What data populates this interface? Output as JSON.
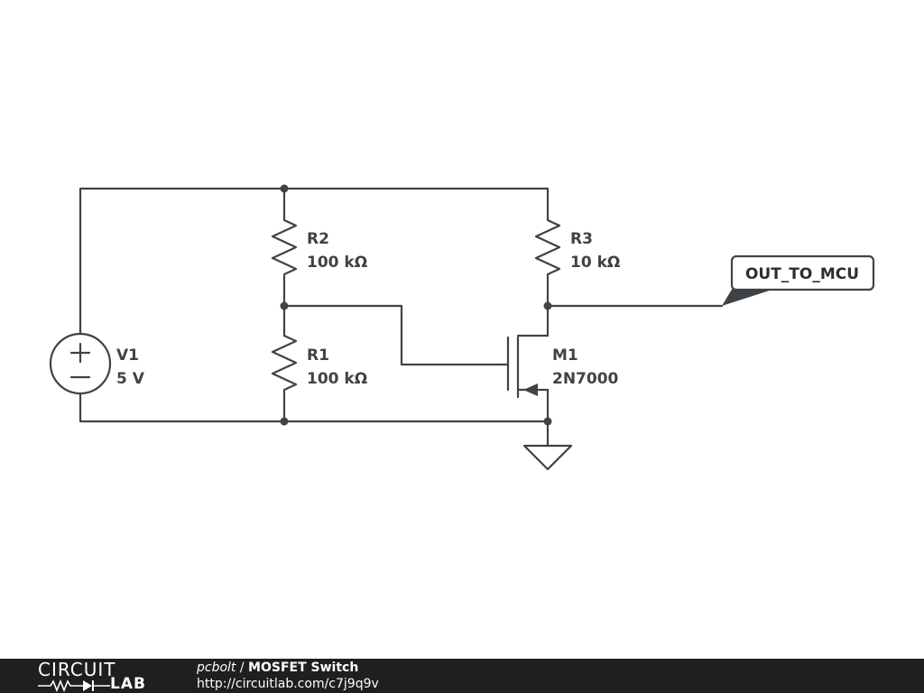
{
  "components": {
    "v1": {
      "name": "V1",
      "value": "5 V"
    },
    "r1": {
      "name": "R1",
      "value": "100 kΩ"
    },
    "r2": {
      "name": "R2",
      "value": "100 kΩ"
    },
    "r3": {
      "name": "R3",
      "value": "10 kΩ"
    },
    "m1": {
      "name": "M1",
      "value": "2N7000"
    }
  },
  "net_label": "OUT_TO_MCU",
  "footer": {
    "logo_top": "CIRCUIT",
    "logo_bottom": "LAB",
    "author": "pcbolt",
    "separator": " / ",
    "title": "MOSFET Switch",
    "url": "http://circuitlab.com/c7j9q9v"
  },
  "colors": {
    "wire": "#3f4346",
    "footer_bg": "#1f1f1f"
  }
}
